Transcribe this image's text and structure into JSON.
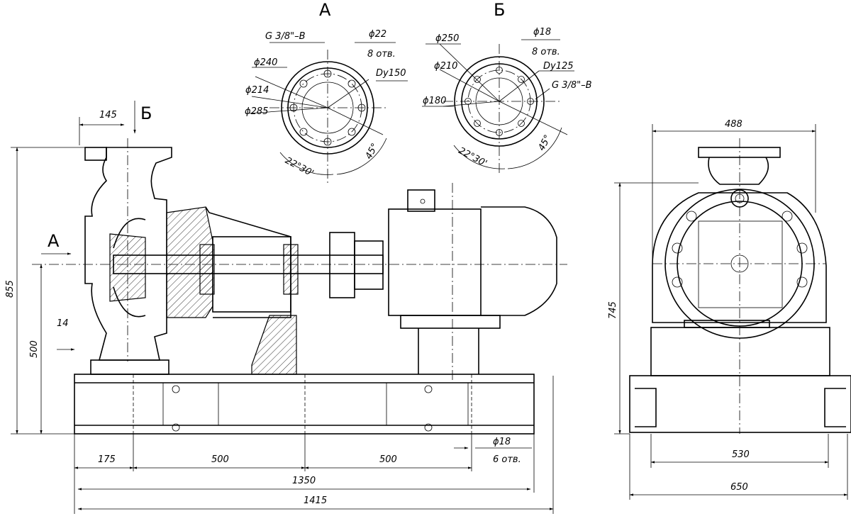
{
  "views": {
    "section_a": "А",
    "section_b": "Б"
  },
  "flange_a": {
    "thread": "G 3/8\"–B",
    "hole_dia": "ϕ22",
    "holes": "8 отв.",
    "dn": "Dy150",
    "d1": "ϕ240",
    "d2": "ϕ214",
    "d3": "ϕ285",
    "angle1": "22°30'",
    "angle2": "45°"
  },
  "flange_b": {
    "d1": "ϕ250",
    "hole_dia": "ϕ18",
    "holes": "8 отв.",
    "d2": "ϕ210",
    "dn": "Dy125",
    "thread": "G 3/8\"–B",
    "d3": "ϕ180",
    "angle1": "22°30'",
    "angle2": "45°"
  },
  "side_view": {
    "dim_145": "145",
    "dim_855": "855",
    "dim_500_v": "500",
    "dim_14": "14",
    "dim_175": "175",
    "dim_500_a": "500",
    "dim_500_b": "500",
    "dim_1350": "1350",
    "dim_1415": "1415",
    "base_hole": "ϕ18",
    "base_holes": "6 отв."
  },
  "end_view": {
    "dim_488": "488",
    "dim_745": "745",
    "dim_530": "530",
    "dim_650": "650"
  }
}
